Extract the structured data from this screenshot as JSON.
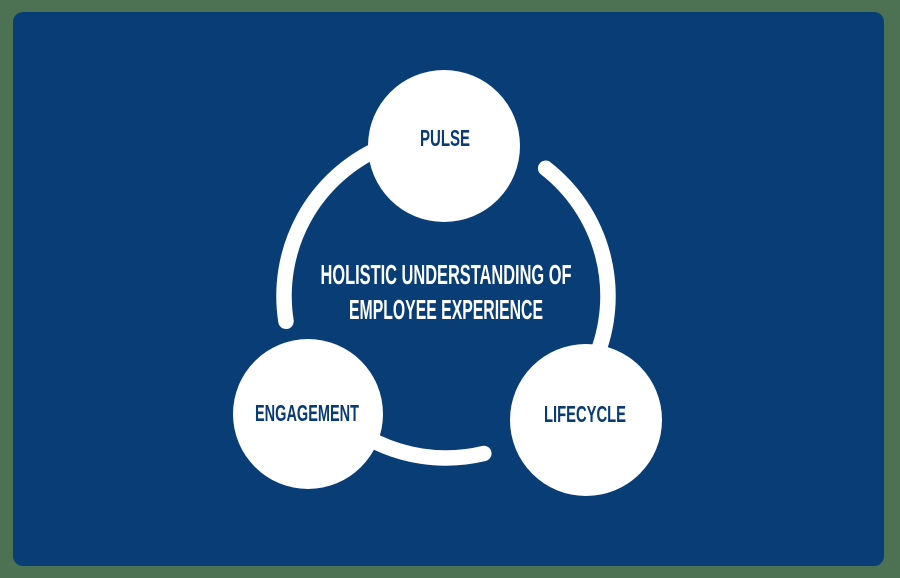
{
  "colors": {
    "canvas_background": "#4C7153",
    "card_background": "#093D76",
    "ring": "#FFFFFF",
    "node_fill": "#FFFFFF",
    "node_label_color": "#0A3C74",
    "center_text_color": "#FFFFFF"
  },
  "diagram": {
    "center_text": {
      "line1": "HOLISTIC UNDERSTANDING OF",
      "line2": "EMPLOYEE EXPERIENCE"
    },
    "nodes": [
      {
        "label": "PULSE"
      },
      {
        "label": "ENGAGEMENT"
      },
      {
        "label": "LIFECYCLE"
      }
    ]
  }
}
